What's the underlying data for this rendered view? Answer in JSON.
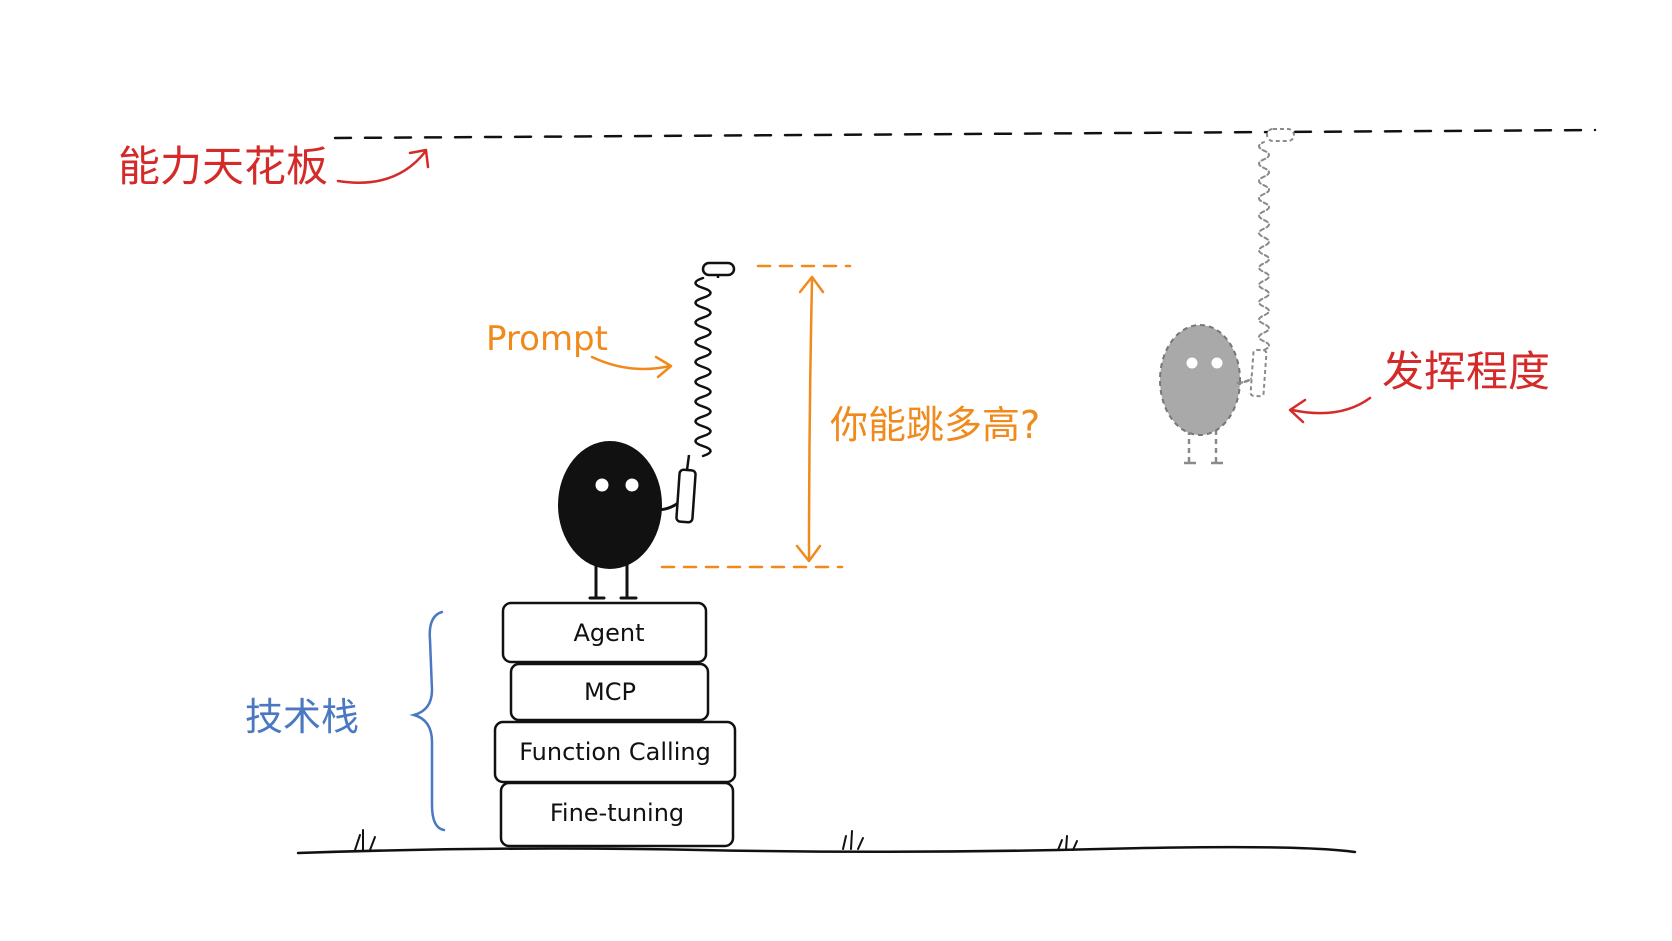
{
  "colors": {
    "ink": "#111111",
    "red": "#d42a2a",
    "orange": "#f08a1c",
    "blue": "#4a78c2",
    "ghost": "#a9a9a9",
    "ghost_line": "#8a8a8a",
    "background": "#ffffff"
  },
  "labels": {
    "ceiling": "能力天花板",
    "prompt": "Prompt",
    "jump_question": "你能跳多高?",
    "performance": "发挥程度",
    "tech_stack": "技术栈"
  },
  "stack": {
    "blocks": [
      {
        "label": "Agent"
      },
      {
        "label": "MCP"
      },
      {
        "label": "Function Calling"
      },
      {
        "label": "Fine-tuning"
      }
    ]
  },
  "icons": {
    "main_figure": "black-bean-figure",
    "ghost_figure": "ghost-bean-figure",
    "spring": "spring-handle-icon",
    "ghost_spring": "ghost-spring-handle-icon",
    "grass": "grass-tuft-icon"
  }
}
